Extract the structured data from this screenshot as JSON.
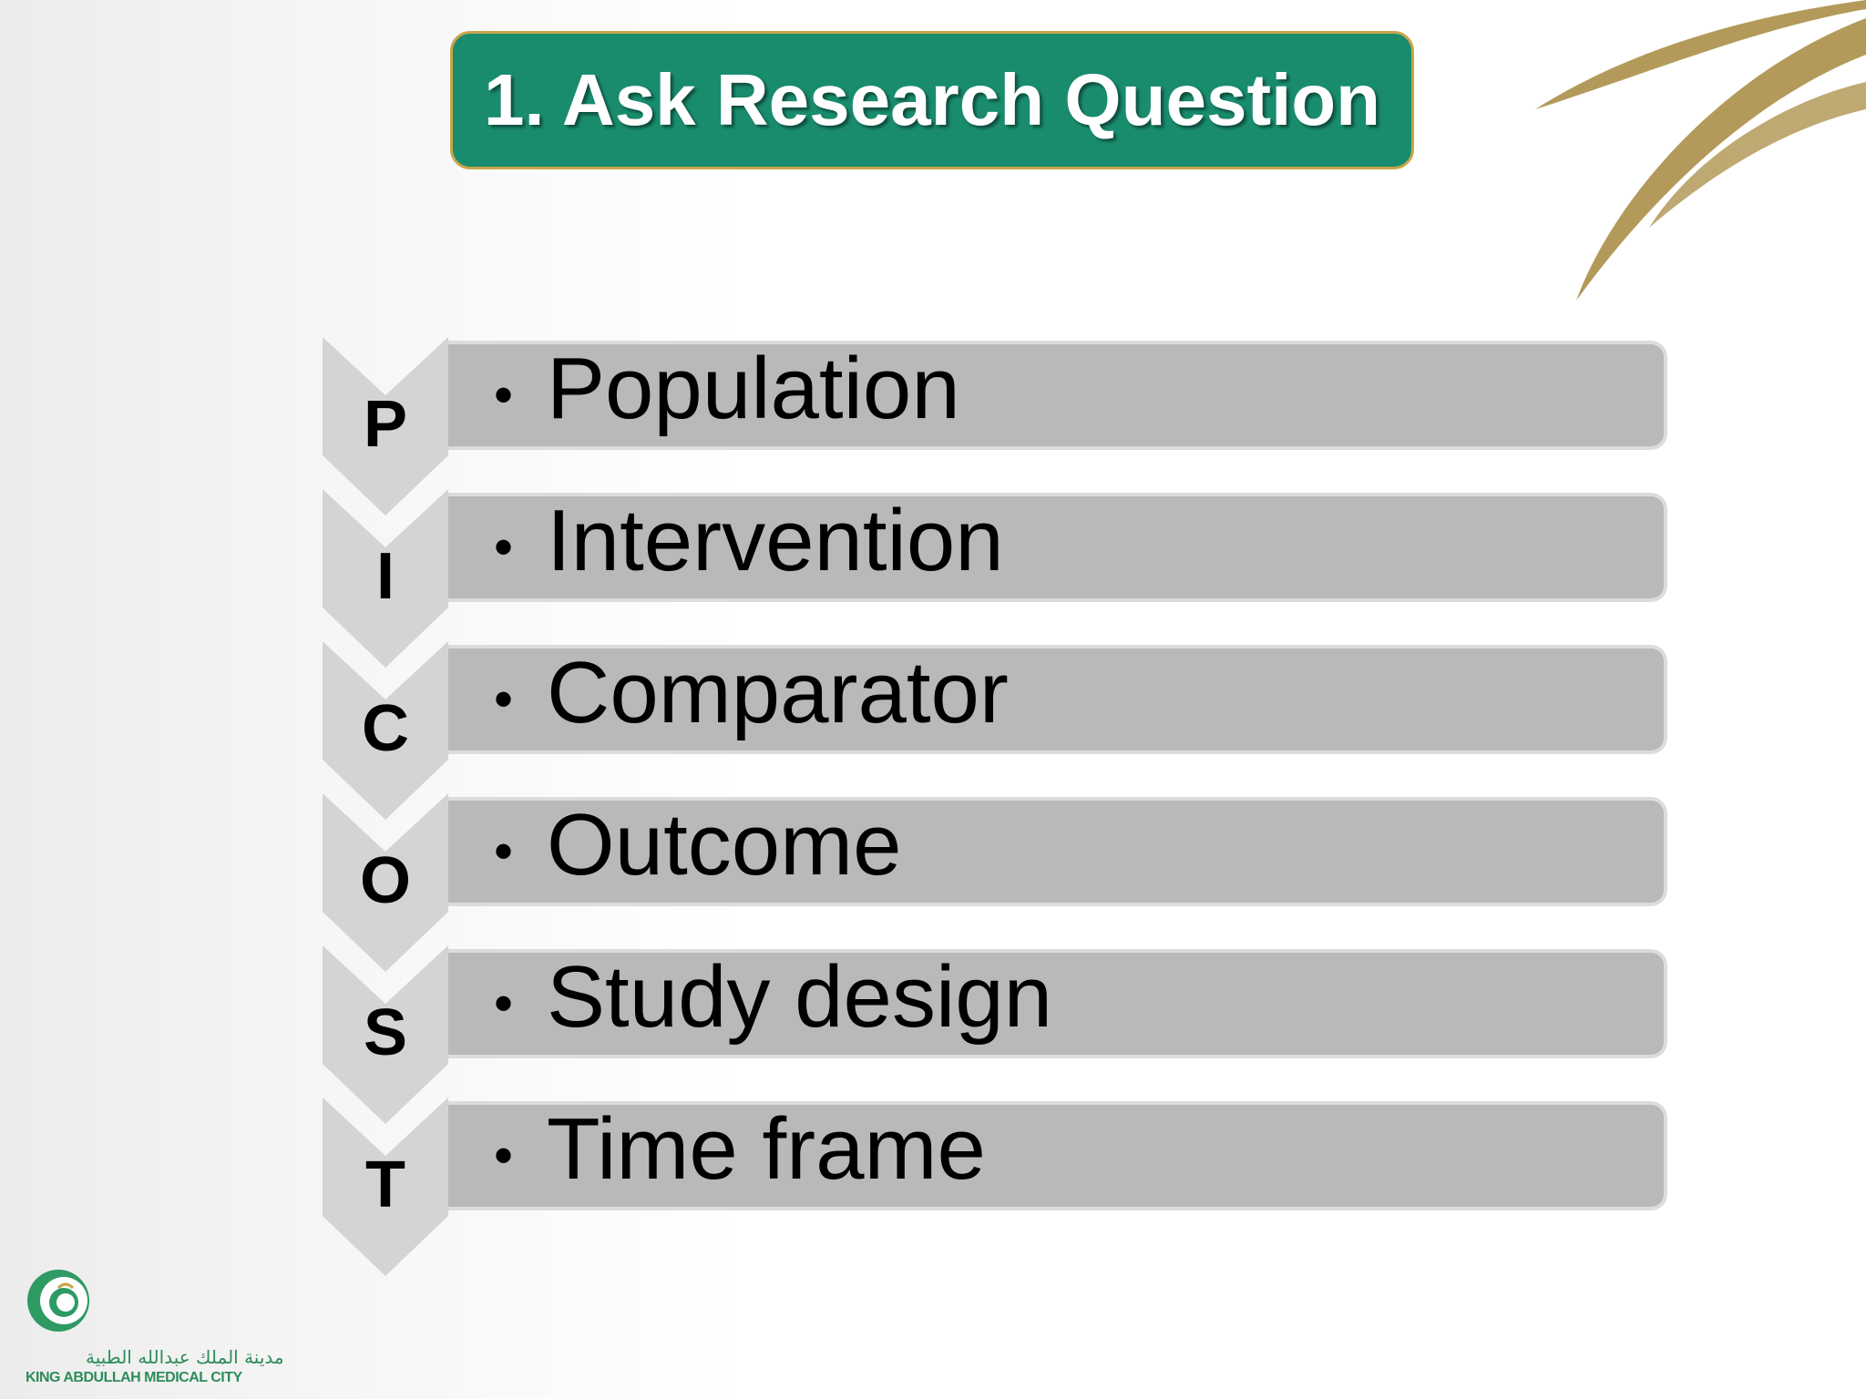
{
  "slide": {
    "title": "1. Ask Research Question"
  },
  "picots": [
    {
      "letter": "P",
      "bullet": "•",
      "label": "Population"
    },
    {
      "letter": "I",
      "bullet": "•",
      "label": "Intervention"
    },
    {
      "letter": "C",
      "bullet": "•",
      "label": "Comparator"
    },
    {
      "letter": "O",
      "bullet": "•",
      "label": "Outcome"
    },
    {
      "letter": "S",
      "bullet": "•",
      "label": "Study design"
    },
    {
      "letter": "T",
      "bullet": "•",
      "label": "Time frame"
    }
  ],
  "logo": {
    "arabic": "مدينة الملك عبدالله الطبية",
    "english": "KING ABDULLAH MEDICAL CITY"
  },
  "colors": {
    "title_bg": "#198c6e",
    "title_border": "#c8a54a",
    "chevron": "#d4d4d4",
    "bar": "#b9b8ba",
    "swoosh": "#b39a5a",
    "logo_green": "#2e8c5a"
  }
}
